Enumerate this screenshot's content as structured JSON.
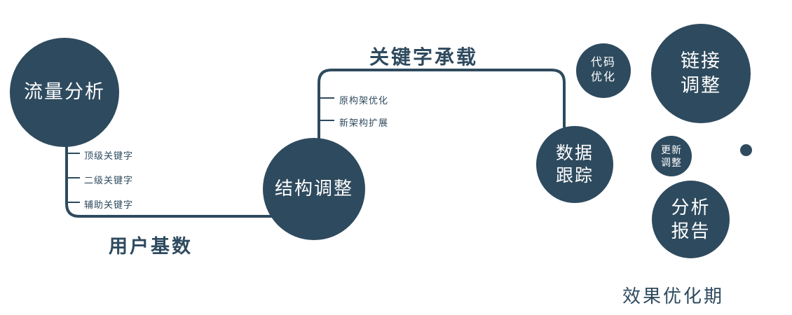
{
  "colors": {
    "primary": "#2e4a5e",
    "node_text": "#ffffff",
    "background": "#ffffff"
  },
  "nodes": {
    "traffic": {
      "label": "流量分析"
    },
    "structure": {
      "label": "结构调整"
    },
    "data_tracking": {
      "label": "数据\n跟踪"
    },
    "code_opt": {
      "label": "代码\n优化"
    },
    "link_adjust": {
      "label": "链接\n调整"
    },
    "update_adjust": {
      "label": "更新\n调整"
    },
    "analysis_report": {
      "label": "分析\n报告"
    }
  },
  "edge_labels": {
    "keyword_carry": "关键字承载",
    "user_base": "用户基数",
    "effect_period": "效果优化期"
  },
  "branch_labels": {
    "traffic": [
      "顶级关键字",
      "二级关键字",
      "辅助关键字"
    ],
    "structure": [
      "原构架优化",
      "新架构扩展"
    ]
  }
}
